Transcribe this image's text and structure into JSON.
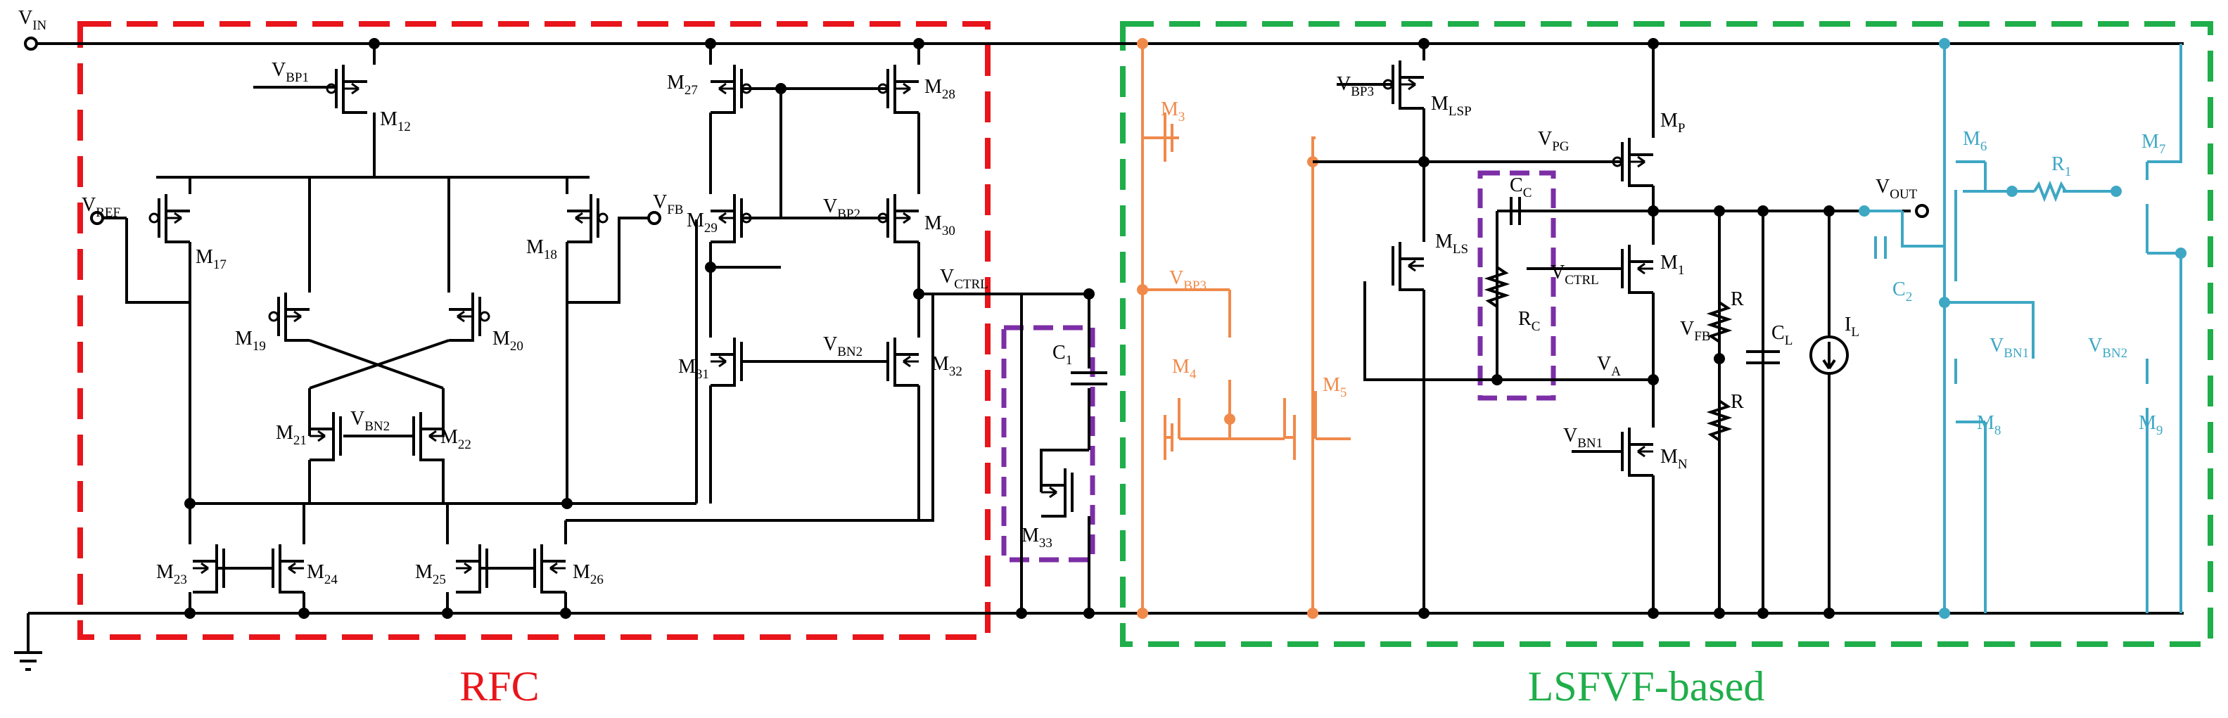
{
  "colors": {
    "wire": "#000000",
    "rfc_box": "#e8151b",
    "lsfvf_box": "#1fae4a",
    "comp_box": "#7c2ea6",
    "orange": "#f08a4b",
    "cyan": "#3ea7c4"
  },
  "blocks": {
    "rfc_label": "RFC",
    "lsfvf_label": "LSFVF-based"
  },
  "nets": {
    "vin": [
      "V",
      "IN"
    ],
    "vref": [
      "V",
      "REF"
    ],
    "vfb_in": [
      "V",
      "FB"
    ],
    "vbp1": [
      "V",
      "BP1"
    ],
    "vbp2": [
      "V",
      "BP2"
    ],
    "vbn2_a": [
      "V",
      "BN2"
    ],
    "vbn2_b": [
      "V",
      "BN2"
    ],
    "vctrl_out": [
      "V",
      "CTRL"
    ],
    "vbp3_a": [
      "V",
      "BP3"
    ],
    "vbp3_b": [
      "V",
      "BP3"
    ],
    "vpg": [
      "V",
      "PG"
    ],
    "vctrl_in": [
      "V",
      "CTRL"
    ],
    "va": [
      "V",
      "A"
    ],
    "vbn1": [
      "V",
      "BN1"
    ],
    "vfb_out": [
      "V",
      "FB"
    ],
    "vout": [
      "V",
      "OUT"
    ],
    "vbn1_c": [
      "V",
      "BN1"
    ],
    "vbn2_c": [
      "V",
      "BN2"
    ]
  },
  "devices": {
    "m12": [
      "M",
      "12"
    ],
    "m17": [
      "M",
      "17"
    ],
    "m18": [
      "M",
      "18"
    ],
    "m19": [
      "M",
      "19"
    ],
    "m20": [
      "M",
      "20"
    ],
    "m21": [
      "M",
      "21"
    ],
    "m22": [
      "M",
      "22"
    ],
    "m23": [
      "M",
      "23"
    ],
    "m24": [
      "M",
      "24"
    ],
    "m25": [
      "M",
      "25"
    ],
    "m26": [
      "M",
      "26"
    ],
    "m27": [
      "M",
      "27"
    ],
    "m28": [
      "M",
      "28"
    ],
    "m29": [
      "M",
      "29"
    ],
    "m30": [
      "M",
      "30"
    ],
    "m31": [
      "M",
      "31"
    ],
    "m32": [
      "M",
      "32"
    ],
    "m33": [
      "M",
      "33"
    ],
    "c1": [
      "C",
      "1"
    ],
    "m3": [
      "M",
      "3"
    ],
    "m4": [
      "M",
      "4"
    ],
    "m5": [
      "M",
      "5"
    ],
    "mlsp": [
      "M",
      "LSP"
    ],
    "mls": [
      "M",
      "LS"
    ],
    "mp": [
      "M",
      "P"
    ],
    "m1": [
      "M",
      "1"
    ],
    "mn": [
      "M",
      "N"
    ],
    "cc": [
      "C",
      "C"
    ],
    "rc": [
      "R",
      "C"
    ],
    "r_top": [
      "R",
      ""
    ],
    "r_bot": [
      "R",
      ""
    ],
    "cl": [
      "C",
      "L"
    ],
    "il": [
      "I",
      "L"
    ],
    "m6": [
      "M",
      "6"
    ],
    "m7": [
      "M",
      "7"
    ],
    "m8": [
      "M",
      "8"
    ],
    "m9": [
      "M",
      "9"
    ],
    "r1": [
      "R",
      "1"
    ],
    "c2": [
      "C",
      "2"
    ]
  }
}
